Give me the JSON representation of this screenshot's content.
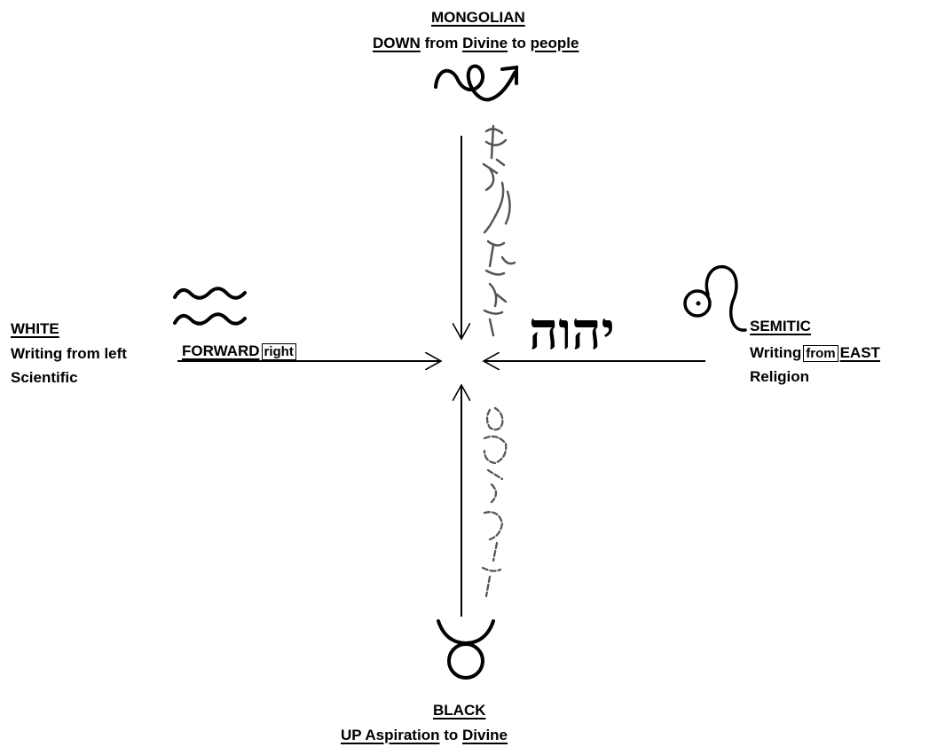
{
  "top": {
    "title": "MONGOLIAN",
    "line2": {
      "w1": "DOWN",
      "w2": "from",
      "w3": "Divine",
      "w4": "to",
      "w5": "people"
    }
  },
  "left": {
    "title": "WHITE",
    "line2": "Writing from left",
    "line3": "Scientific",
    "forward": "FORWARD",
    "right_box": "right"
  },
  "right": {
    "title": "SEMITIC",
    "w1": "Writing",
    "from_box": "from",
    "w3": "EAST",
    "line3": "Religion"
  },
  "bottom": {
    "title": "BLACK",
    "w1": "UP Aspiration",
    "w2": "to",
    "w3": "Divine"
  },
  "hebrew_text": "יהוה",
  "symbols": [
    "aquarius-icon",
    "leo-icon",
    "taurus-icon",
    "serpent-arrow-icon"
  ],
  "colors": {
    "ink": "#000000",
    "script": "#555555",
    "background": "#ffffff"
  }
}
